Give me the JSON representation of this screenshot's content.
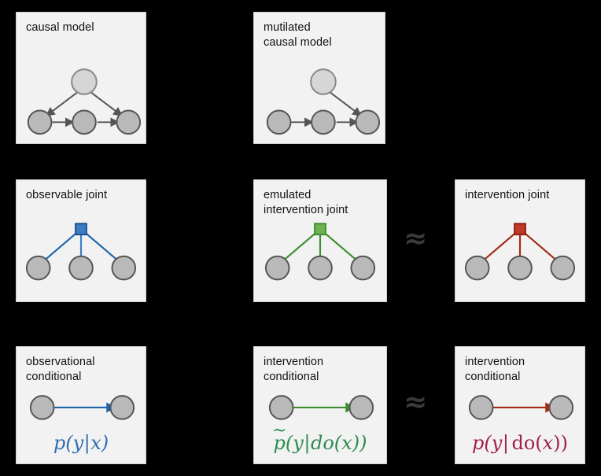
{
  "figure": {
    "background": "#000000",
    "panel_bg": "#f2f2f2",
    "panel_border": "#cfcfcf"
  },
  "colors": {
    "node_fill": "#b9b9b9",
    "node_fill_light": "#d6d6d6",
    "node_stroke": "#555555",
    "arrow_gray": "#555555",
    "blue": "#1f66ad",
    "blue_fill": "#3a7fc4",
    "green": "#3f8f2f",
    "green_fill": "#6fb252",
    "red": "#a52a17",
    "red_fill": "#c0392b",
    "formula_blue": "#2f6fb0",
    "formula_green": "#2e8b50",
    "formula_red": "#9e2150",
    "approx_gray": "#3a3a3a"
  },
  "panels": [
    {
      "id": "causal-model",
      "title": "causal model",
      "row": 1,
      "column": 1,
      "graph_type": "dag",
      "nodes": [
        "confounder",
        "x",
        "m",
        "y"
      ],
      "edges": [
        "confounder->x",
        "confounder->y",
        "x->m",
        "m->y"
      ]
    },
    {
      "id": "mutilated-causal-model",
      "title": "mutilated\ncausal model",
      "row": 1,
      "column": 2,
      "graph_type": "dag",
      "nodes": [
        "confounder",
        "x",
        "m",
        "y"
      ],
      "edges": [
        "confounder->y",
        "x->m",
        "m->y"
      ]
    },
    {
      "id": "observable-joint",
      "title": "observable joint",
      "row": 2,
      "column": 1,
      "graph_type": "factor-graph",
      "factor_color": "blue",
      "nodes": [
        "x",
        "m",
        "y"
      ],
      "edges": [
        "factor-x",
        "factor-m",
        "factor-y"
      ]
    },
    {
      "id": "emulated-intervention-joint",
      "title": "emulated\nintervention joint",
      "row": 2,
      "column": 2,
      "graph_type": "factor-graph",
      "factor_color": "green",
      "nodes": [
        "x",
        "m",
        "y"
      ],
      "edges": [
        "factor-x",
        "factor-m",
        "factor-y"
      ]
    },
    {
      "id": "intervention-joint",
      "title": "intervention joint",
      "row": 2,
      "column": 3,
      "graph_type": "factor-graph",
      "factor_color": "red",
      "nodes": [
        "x",
        "m",
        "y"
      ],
      "edges": [
        "factor-x",
        "factor-m",
        "factor-y"
      ]
    },
    {
      "id": "observational-conditional",
      "title": "observational\nconditional",
      "row": 3,
      "column": 1,
      "graph_type": "edge",
      "edge_color": "blue",
      "formula": {
        "color": "formula_blue",
        "parts": [
          "p",
          "(",
          "y",
          "|",
          "x",
          ")"
        ],
        "plain": "p(y|x)",
        "tilde_over_p": false,
        "do_upright": false
      }
    },
    {
      "id": "intervention-conditional-emulated",
      "title": "intervention\nconditional",
      "row": 3,
      "column": 2,
      "graph_type": "edge",
      "edge_color": "green",
      "formula": {
        "color": "formula_green",
        "parts": [
          "p",
          "(",
          "y",
          "|",
          "do",
          "(",
          "x",
          ")",
          ")"
        ],
        "plain": "p̃(y|do(x))",
        "tilde_over_p": true,
        "do_upright": false
      }
    },
    {
      "id": "intervention-conditional-true",
      "title": "intervention\nconditional",
      "row": 3,
      "column": 3,
      "graph_type": "edge",
      "edge_color": "red",
      "formula": {
        "color": "formula_red",
        "parts": [
          "p",
          "(",
          "y",
          "|",
          "do",
          "(",
          "x",
          ")",
          ")"
        ],
        "plain": "p(y| do(x))",
        "tilde_over_p": false,
        "do_upright": true
      }
    }
  ],
  "approx_symbols": [
    {
      "id": "approx-row2",
      "symbol": "≈",
      "row": 2,
      "between": [
        "emulated-intervention-joint",
        "intervention-joint"
      ]
    },
    {
      "id": "approx-row3",
      "symbol": "≈",
      "row": 3,
      "between": [
        "intervention-conditional-emulated",
        "intervention-conditional-true"
      ]
    }
  ],
  "formula_glyphs": {
    "p": "p",
    "tilde": "̃",
    "open_paren": "(",
    "close_paren": ")",
    "y": "y",
    "x": "x",
    "bar": "|",
    "do": "do",
    "p_tilde": "p̃"
  }
}
